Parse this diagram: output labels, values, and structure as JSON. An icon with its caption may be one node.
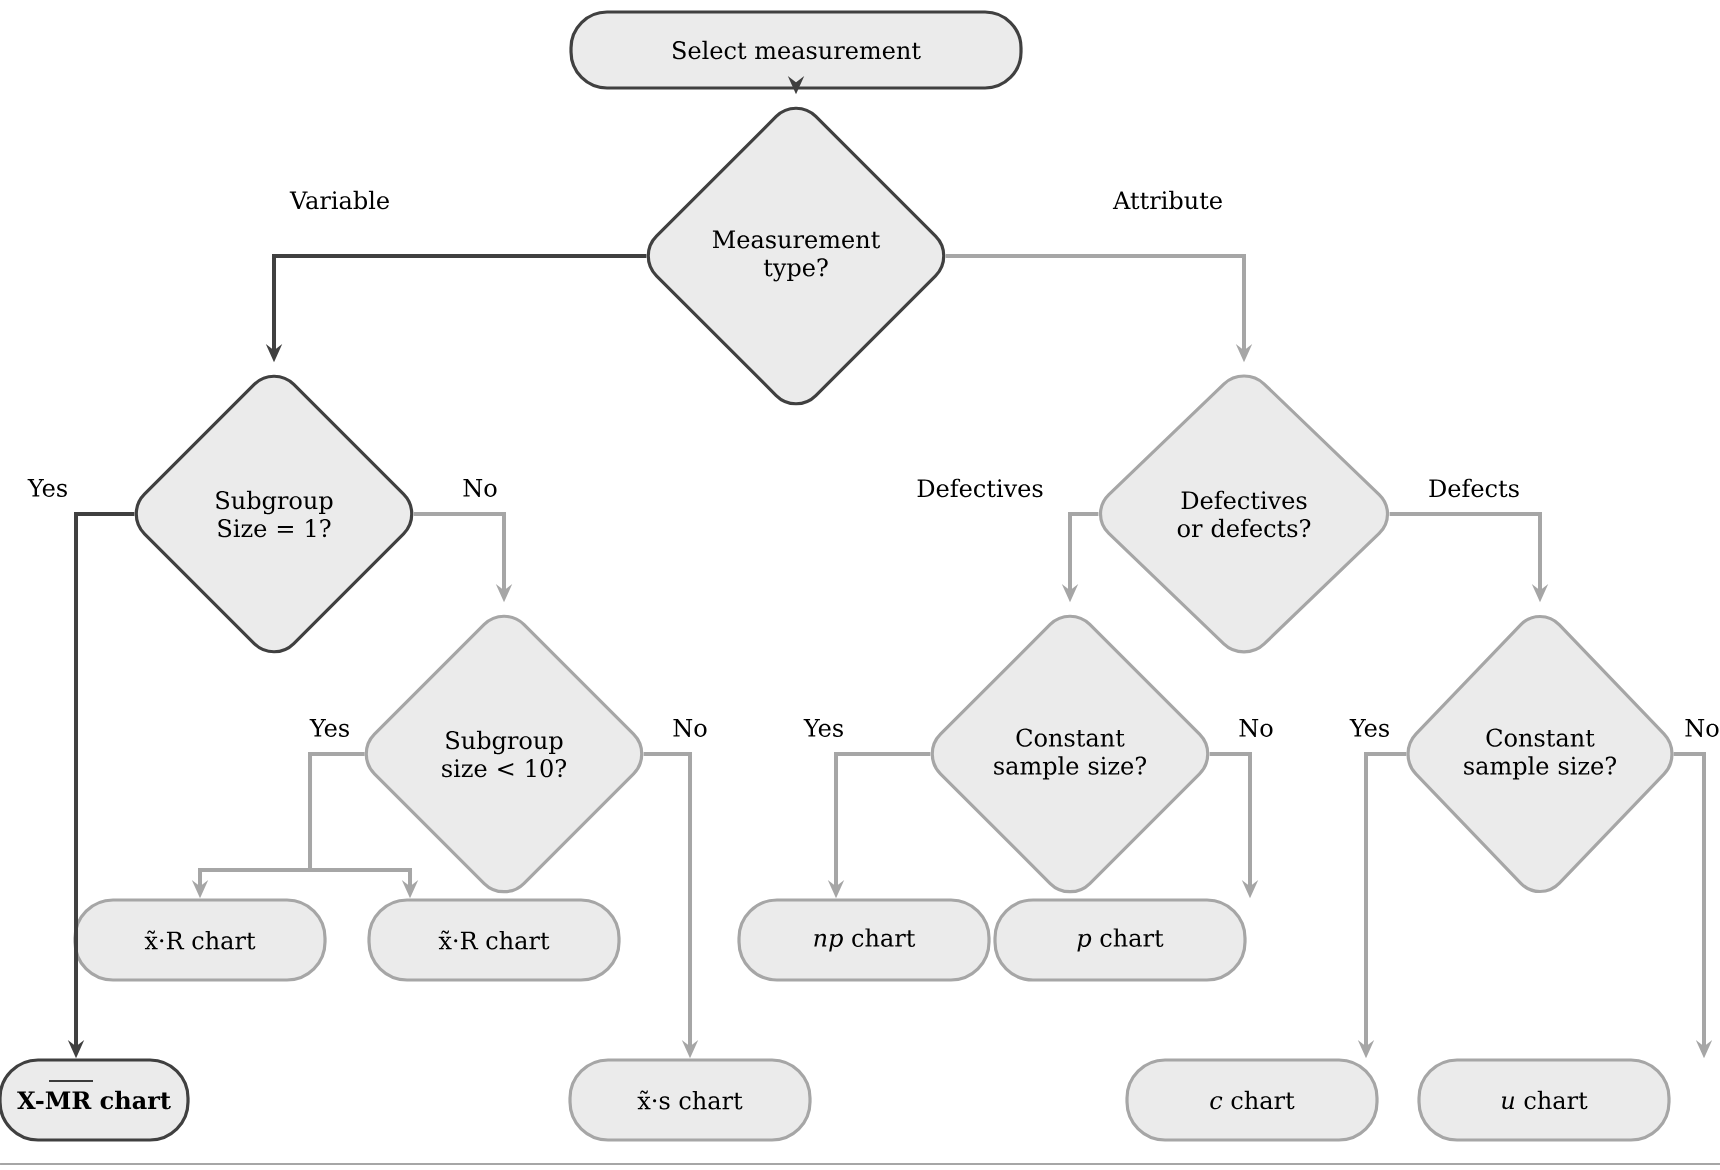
{
  "diagram": {
    "nodes": [
      {
        "text": [
          "Select measurement"
        ]
      },
      {
        "text": [
          "Measurement type?"
        ]
      },
      {
        "text": [
          "Subgroup Size = 1?"
        ]
      },
      {
        "text": [
          "Defectives or defects?"
        ]
      },
      {
        "text": [
          "Subgroup size < 10?"
        ]
      },
      {
        "text": [
          "Constant sample size?"
        ]
      },
      {
        "text": [
          "Constant sample size?"
        ]
      },
      {
        "text": [
          "x̃·R chart"
        ]
      },
      {
        "text": [
          "x̃·R chart"
        ]
      },
      {
        "text": [
          "*np* chart"
        ]
      },
      {
        "text": [
          "*p* chart"
        ]
      },
      {
        "text": [
          "x̃·s chart"
        ]
      },
      {
        "text": [
          "*c* chart"
        ]
      },
      {
        "text": [
          "*u* chart"
        ]
      },
      {
        "text": [
          "X-MR chart"
        ]
      }
    ],
    "edges": [
      {
        "from": 0,
        "to": 1,
        "arrow": "to",
        "color": "#404040"
      },
      {
        "from": 1,
        "to": 2,
        "arrow": "to",
        "label": "Variable",
        "color": "#404040"
      },
      {
        "from": 1,
        "to": 3,
        "arrow": "to",
        "label": "Attribute"
      },
      {
        "from": 2,
        "to": 14,
        "arrow": "to",
        "label": "Yes",
        "color": "#404040"
      },
      {
        "from": 2,
        "to": 4,
        "arrow": "to",
        "label": "No"
      },
      {
        "from": 3,
        "to": 5,
        "arrow": "to",
        "label": "Defectives"
      },
      {
        "from": 3,
        "to": 6,
        "arrow": "to",
        "label": "Defects"
      },
      {
        "from": 4,
        "to": 7,
        "arrow": "to",
        "label": "Yes"
      },
      {
        "from": 4,
        "to": 8,
        "arrow": "to"
      },
      {
        "from": 4,
        "to": 11,
        "arrow": "to",
        "label": "No"
      },
      {
        "from": 5,
        "to": 9,
        "arrow": "to",
        "label": "Yes"
      },
      {
        "from": 5,
        "to": 10,
        "arrow": "to",
        "label": "No"
      },
      {
        "from": 6,
        "to": 12,
        "arrow": "to",
        "label": "Yes"
      },
      {
        "from": 6,
        "to": 13,
        "arrow": "to",
        "label": "No"
      }
    ]
  }
}
